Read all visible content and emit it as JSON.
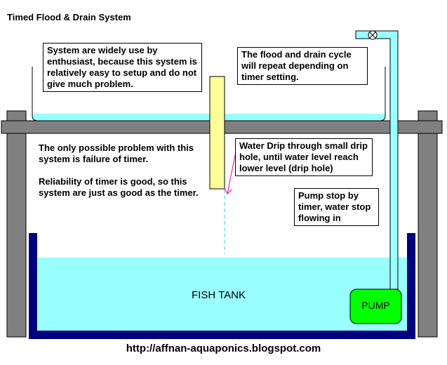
{
  "title": "Timed Flood & Drain System",
  "notes": {
    "system": "System are widely use by enthusiast, because this system is relatively easy to setup and do not give much problem.",
    "cycle": "The flood and drain cycle will repeat depending on timer setting.",
    "problem": "The only possible problem with this system is failure of timer.",
    "reliability": "Reliability of timer is good, so this system are just as good as the timer.",
    "drip": "Water Drip through small drip hole, until water level reach lower level (drip hole)",
    "pump_stop": "Pump stop by timer, water stop flowing in"
  },
  "labels": {
    "fish_tank": "FISH TANK",
    "pump": "PUMP",
    "url": "http://affnan-aquaponics.blogspot.com"
  },
  "colors": {
    "water": "#99ffff",
    "tank_wall": "#00007f",
    "frame": "#808080",
    "pump": "#00ff00",
    "drain_pipe": "#ffff99",
    "pointer": "#ff007f"
  }
}
